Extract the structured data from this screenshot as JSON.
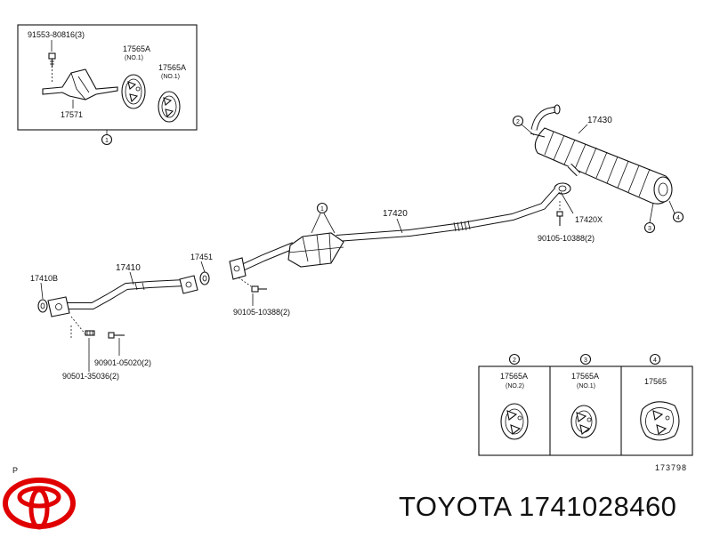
{
  "parts": {
    "bracket_bolt": "91553-80816(3)",
    "hanger_no1_a": "17565A",
    "hanger_no1_a_sub": "(NO.1)",
    "hanger_no1_b": "17565A",
    "hanger_no1_b_sub": "(NO.1)",
    "bracket": "17571",
    "inset_ref": "1",
    "tailpipe": "17430",
    "tailpipe_ref_2": "2",
    "tailpipe_ref_3": "3",
    "tailpipe_ref_4": "4",
    "center_pipe": "17420",
    "cat_ref": "1",
    "gasket_x": "17420X",
    "rear_bolt": "90105-10388(2)",
    "front_pipe": "17410",
    "gasket_b": "17410B",
    "gasket_451": "17451",
    "mid_bolt": "90105-10388(2)",
    "stud_bolt": "90901-05020(2)",
    "stud": "90501-35036(2)"
  },
  "callouts": [
    {
      "ref": "2",
      "part": "17565A",
      "sub": "(NO.2)"
    },
    {
      "ref": "3",
      "part": "17565A",
      "sub": "(NO.1)"
    },
    {
      "ref": "4",
      "part": "17565",
      "sub": ""
    }
  ],
  "page_mark": "P",
  "drawing_no": "173798",
  "footer": {
    "brand": "TOYOTA",
    "part_number": "1741028460"
  },
  "brand_color": "#E00000"
}
